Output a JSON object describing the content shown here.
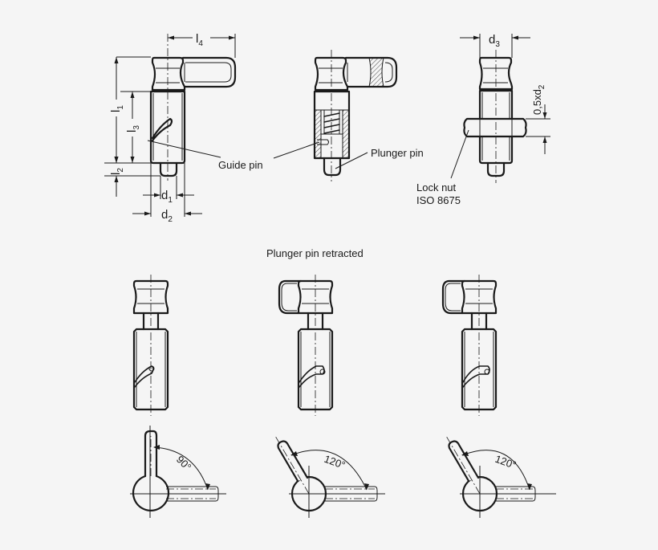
{
  "drawing": {
    "title": "Indexing plunger technical drawing",
    "background": "#f5f5f5",
    "line_color": "#1a1a1a"
  },
  "top_views": {
    "side_view": {
      "dims": {
        "l1": {
          "main": "l",
          "sub": "1"
        },
        "l2": {
          "main": "l",
          "sub": "2"
        },
        "l3": {
          "main": "l",
          "sub": "3"
        },
        "l4": {
          "main": "l",
          "sub": "4"
        },
        "d1": {
          "main": "d",
          "sub": "1"
        },
        "d2": {
          "main": "d",
          "sub": "2"
        }
      },
      "callout": "Guide pin"
    },
    "section_view": {
      "callout": "Plunger pin"
    },
    "front_view": {
      "dims": {
        "d3": {
          "main": "d",
          "sub": "3"
        },
        "nut_offset": {
          "main": "0,5xd",
          "sub": "2"
        }
      },
      "callout_line1": "Lock nut",
      "callout_line2": "ISO 8675"
    }
  },
  "section_title": "Plunger pin retracted",
  "retracted_views": [
    {
      "position": "left",
      "angle_label": "90°"
    },
    {
      "position": "center",
      "angle_label": "120°"
    },
    {
      "position": "right",
      "angle_label": "120°"
    }
  ]
}
